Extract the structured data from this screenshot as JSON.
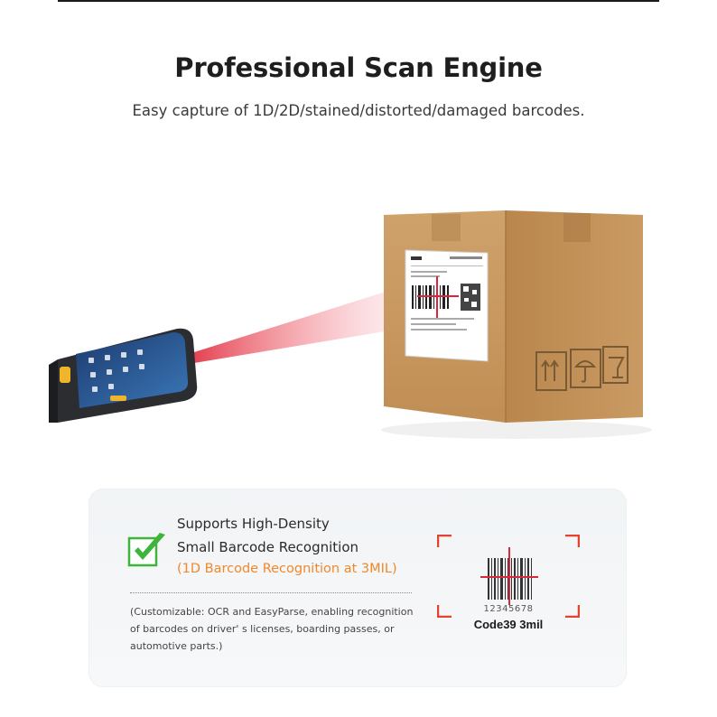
{
  "header": {
    "title": "Professional Scan Engine",
    "subtitle": "Easy capture of 1D/2D/stained/distorted/damaged barcodes."
  },
  "feature_card": {
    "lines": [
      "Supports High-Density",
      "Small Barcode Recognition"
    ],
    "highlight": "(1D Barcode Recognition at 3MIL)",
    "highlight_color": "#f0882c",
    "check_icon": "green-check-icon",
    "check_color": "#3db53a",
    "note_lines": [
      "(Customizable: OCR and EasyParse, enabling recognition",
      "of barcodes on driver' s licenses, boarding passes, or",
      "automotive parts.)"
    ]
  },
  "barcode_sample": {
    "digits": "12345678",
    "caption": "Code39  3mil",
    "frame_color": "#e2452f"
  },
  "scene": {
    "laser_color": "#e23a4a",
    "box_color": "#c9985e"
  }
}
